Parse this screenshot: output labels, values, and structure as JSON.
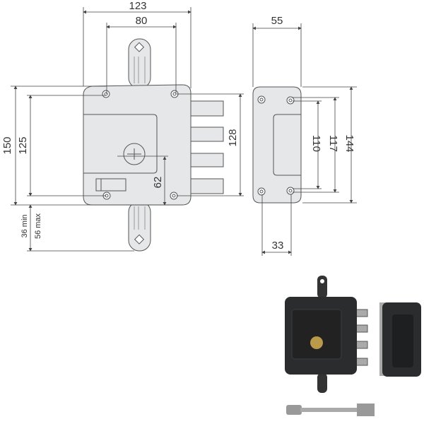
{
  "lock_drawing": {
    "width_overall": "123",
    "hole_spacing_horizontal": "80",
    "height_overall": "150",
    "hole_spacing_vertical": "125",
    "bolt_span": "128",
    "backset": "62",
    "rod_min": "36 min",
    "rod_max": "56 max"
  },
  "strike_plate_drawing": {
    "width": "55",
    "hole_spacing_inner": "110",
    "hole_spacing_outer": "117",
    "height": "144",
    "hole_spacing_horizontal": "33"
  },
  "colors": {
    "part_fill": "#e6e7e9",
    "line": "#444444",
    "photo_body": "#2a2c2e"
  }
}
